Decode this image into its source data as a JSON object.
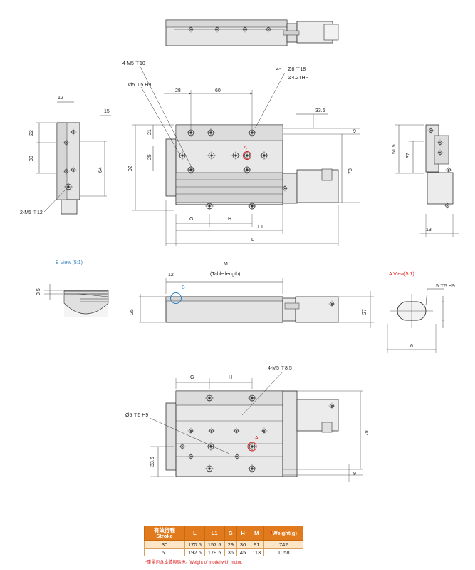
{
  "colors": {
    "accent": "#e07a1c",
    "blue_label": "#2a7fc0",
    "red_label": "#dd2222"
  },
  "top_view": {
    "labels": {
      "m5": "4-M5 ⊤10",
      "pin": "Ø5 ⊤5 H9",
      "cb1": "4-",
      "cb2": "Ø8 ⊤18",
      "cb3": "Ø4.2THR",
      "a": "A"
    },
    "dims": {
      "d28": "28",
      "d60": "60",
      "d33_5": "33.5",
      "d9": "9",
      "d21": "21",
      "d25": "25",
      "d92": "92",
      "d78": "78",
      "G": "G",
      "H": "H",
      "L1": "L1",
      "L": "L"
    }
  },
  "left_view": {
    "dims": {
      "d12": "12",
      "d15": "15",
      "d22": "22",
      "d30": "30",
      "d64": "64"
    },
    "thread": "2-M5 ⊤12"
  },
  "right_view": {
    "dims": {
      "d51_5": "51.5",
      "d37": "37",
      "d13": "13"
    }
  },
  "b_view": {
    "title": "B View (5:1)",
    "dim": "0.5",
    "marker": "B"
  },
  "side_view": {
    "m": "M",
    "table_length": "(Table length)",
    "dims": {
      "d12": "12",
      "d25": "25",
      "d27": "27"
    }
  },
  "a_view": {
    "title": "A View(5:1)",
    "spec": "5 ⊤5 H9",
    "dim": "6"
  },
  "bottom_view": {
    "labels": {
      "m5": "4-M5 ⊤8.5",
      "pin": "Ø5 ⊤5 H9",
      "a": "A"
    },
    "dims": {
      "G": "G",
      "H": "H",
      "d78": "78",
      "d33_5": "33.5",
      "d9": "9"
    }
  },
  "table": {
    "headers": [
      "有效行程\nStroke",
      "L",
      "L1",
      "G",
      "H",
      "M",
      "*Weight(g)"
    ],
    "stroke_cn": "有效行程",
    "stroke_en": "Stroke",
    "weight_star": "*",
    "weight_label": "Weight(g)",
    "rows": [
      [
        "30",
        "170.5",
        "157.5",
        "29",
        "30",
        "91",
        "742"
      ],
      [
        "50",
        "192.5",
        "179.5",
        "36",
        "45",
        "113",
        "1058"
      ]
    ],
    "note": "*重量包含本體與馬達。Weight of model with motor."
  }
}
